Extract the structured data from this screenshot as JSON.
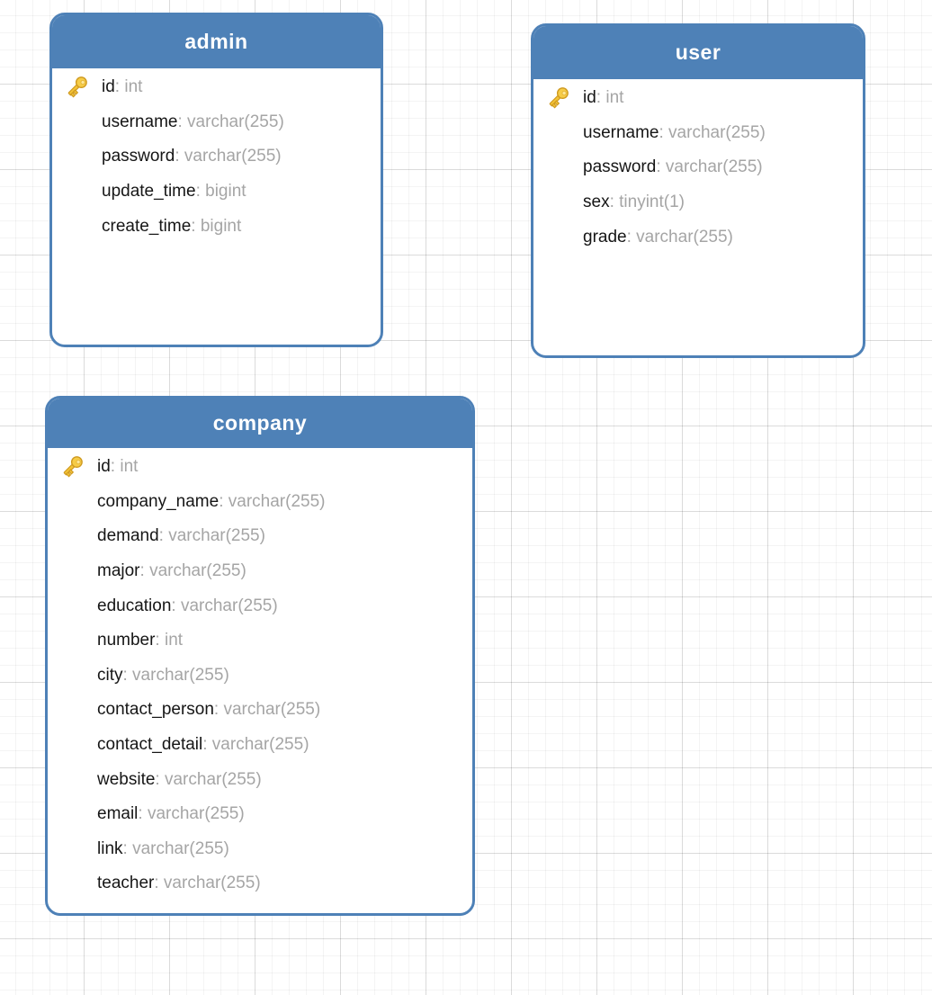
{
  "diagram": {
    "colors": {
      "table_header": "#4e81b7",
      "table_border": "#4e81b7",
      "field_name": "#161616",
      "field_type": "#a5a5a5",
      "key_icon_gold": "#f3c337"
    },
    "icons": {
      "primary_key": "key-icon"
    },
    "tables": [
      {
        "name": "admin",
        "fields": [
          {
            "name": "id",
            "type": "int",
            "pk": true
          },
          {
            "name": "username",
            "type": "varchar(255)",
            "pk": false
          },
          {
            "name": "password",
            "type": "varchar(255)",
            "pk": false
          },
          {
            "name": "update_time",
            "type": "bigint",
            "pk": false
          },
          {
            "name": "create_time",
            "type": "bigint",
            "pk": false
          }
        ]
      },
      {
        "name": "user",
        "fields": [
          {
            "name": "id",
            "type": "int",
            "pk": true
          },
          {
            "name": "username",
            "type": "varchar(255)",
            "pk": false
          },
          {
            "name": "password",
            "type": "varchar(255)",
            "pk": false
          },
          {
            "name": "sex",
            "type": "tinyint(1)",
            "pk": false
          },
          {
            "name": "grade",
            "type": "varchar(255)",
            "pk": false
          }
        ]
      },
      {
        "name": "company",
        "fields": [
          {
            "name": "id",
            "type": "int",
            "pk": true
          },
          {
            "name": "company_name",
            "type": "varchar(255)",
            "pk": false
          },
          {
            "name": "demand",
            "type": "varchar(255)",
            "pk": false
          },
          {
            "name": "major",
            "type": "varchar(255)",
            "pk": false
          },
          {
            "name": "education",
            "type": "varchar(255)",
            "pk": false
          },
          {
            "name": "number",
            "type": "int",
            "pk": false
          },
          {
            "name": "city",
            "type": "varchar(255)",
            "pk": false
          },
          {
            "name": "contact_person",
            "type": "varchar(255)",
            "pk": false
          },
          {
            "name": "contact_detail",
            "type": "varchar(255)",
            "pk": false
          },
          {
            "name": "website",
            "type": "varchar(255)",
            "pk": false
          },
          {
            "name": "email",
            "type": "varchar(255)",
            "pk": false
          },
          {
            "name": "link",
            "type": "varchar(255)",
            "pk": false
          },
          {
            "name": "teacher",
            "type": "varchar(255)",
            "pk": false
          }
        ]
      }
    ]
  }
}
